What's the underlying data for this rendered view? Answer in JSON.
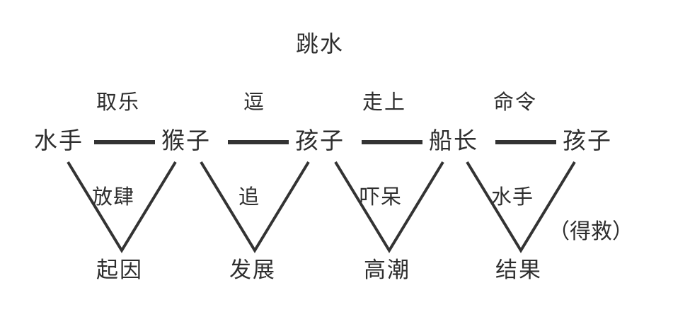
{
  "title": "跳水",
  "colors": {
    "ink": "#2e2e2e",
    "line": "#333333",
    "background": "#ffffff"
  },
  "chain": {
    "nodes": [
      {
        "label": "水手"
      },
      {
        "label": "猴子"
      },
      {
        "label": "孩子"
      },
      {
        "label": "船长"
      },
      {
        "label": "孩子"
      }
    ],
    "edges": [
      {
        "label": "取乐"
      },
      {
        "label": "逗"
      },
      {
        "label": "走上"
      },
      {
        "label": "命令"
      }
    ]
  },
  "sections": [
    {
      "inner_label": "放肆",
      "stage": "起因"
    },
    {
      "inner_label": "追",
      "stage": "发展"
    },
    {
      "inner_label": "吓呆",
      "stage": "高潮"
    },
    {
      "inner_label": "水手",
      "stage": "结果"
    }
  ],
  "note": "（得救）"
}
